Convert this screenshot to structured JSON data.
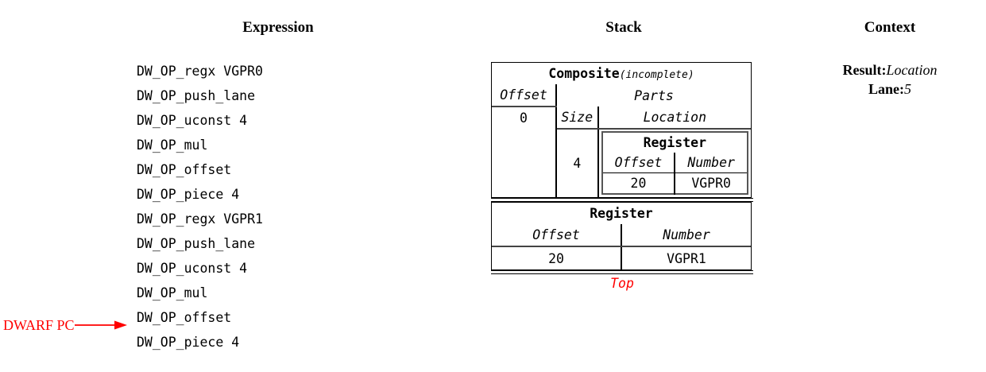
{
  "columns": {
    "expression_title": "Expression",
    "stack_title": "Stack",
    "context_title": "Context"
  },
  "expression": {
    "lines": [
      "DW_OP_regx VGPR0",
      "DW_OP_push_lane",
      "DW_OP_uconst 4",
      "DW_OP_mul",
      "DW_OP_offset",
      "DW_OP_piece 4",
      "DW_OP_regx VGPR1",
      "DW_OP_push_lane",
      "DW_OP_uconst 4",
      "DW_OP_mul",
      "DW_OP_offset",
      "DW_OP_piece 4"
    ],
    "pc_marker_label": "DWARF PC",
    "pc_marker_color": "#ff0000",
    "pc_marker_target_line_index": 11
  },
  "stack": {
    "top_label": "Top",
    "top_label_color": "#ff0000",
    "entries": [
      {
        "kind": "composite",
        "title": "Composite",
        "title_suffix": "(incomplete)",
        "offset_header": "Offset",
        "offset_value": "0",
        "parts_header": "Parts",
        "size_header": "Size",
        "location_header": "Location",
        "part": {
          "size": "4",
          "location": {
            "title": "Register",
            "offset_header": "Offset",
            "number_header": "Number",
            "offset_value": "20",
            "number_value": "VGPR0"
          }
        }
      },
      {
        "kind": "register",
        "title": "Register",
        "offset_header": "Offset",
        "number_header": "Number",
        "offset_value": "20",
        "offset_value_color": "#ff0000",
        "number_value": "VGPR1"
      }
    ]
  },
  "context": {
    "rows": [
      {
        "key": "Result:",
        "value": "Location"
      },
      {
        "key": "Lane:",
        "value": "5"
      }
    ]
  }
}
